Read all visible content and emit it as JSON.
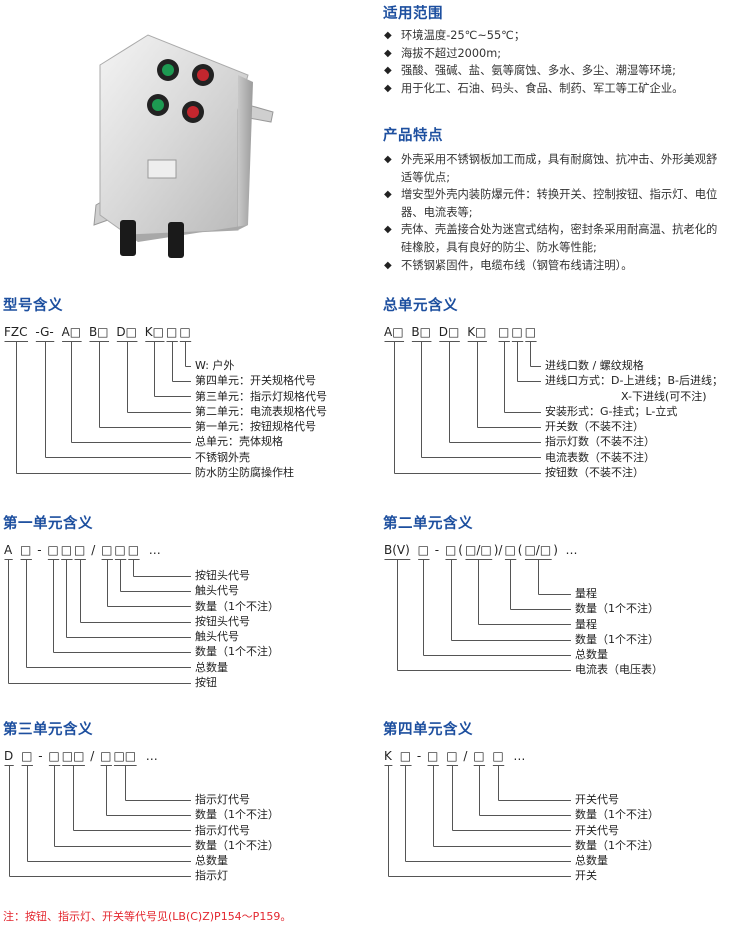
{
  "colors": {
    "heading": "#1d4f9f",
    "text": "#333333",
    "note": "#e3262e",
    "line": "#555555"
  },
  "product_image": {
    "name": "stainless-steel-explosion-proof-control-box",
    "buttons": [
      "green",
      "red",
      "green",
      "red"
    ]
  },
  "scope": {
    "title": "适用范围",
    "items": [
      "环境温度-25℃~55℃；",
      "海拔不超过2000m;",
      "强酸、强碱、盐、氨等腐蚀、多水、多尘、潮湿等环境;",
      "用于化工、石油、码头、食品、制药、军工等工矿企业。"
    ]
  },
  "features": {
    "title": "产品特点",
    "items": [
      "外壳采用不锈钢板加工而成，具有耐腐蚀、抗冲击、外形美观舒适等优点;",
      "增安型外壳内装防爆元件：转换开关、控制按钮、指示灯、电位器、电流表等;",
      "壳体、壳盖接合处为迷宫式结构，密封条采用耐高温、抗老化的硅橡胶，具有良好的防尘、防水等性能;",
      "不锈钢紧固件，电缆布线（钢管布线请注明）。"
    ]
  },
  "diagrams": [
    {
      "title": "型号含义",
      "tokens": [
        {
          "t": "FZC",
          "l": 1
        },
        {
          "t": " "
        },
        {
          "t": "-G-",
          "l": 1
        },
        {
          "t": " "
        },
        {
          "t": "A□",
          "l": 1
        },
        {
          "t": " "
        },
        {
          "t": "B□",
          "l": 1
        },
        {
          "t": " "
        },
        {
          "t": "D□",
          "l": 1
        },
        {
          "t": " "
        },
        {
          "t": "K□",
          "l": 1
        },
        {
          "t": "□",
          "l": 1
        },
        {
          "t": "□",
          "l": 1
        }
      ],
      "labels": [
        {
          "t": "W:  户外"
        },
        {
          "t": "第四单元：开关规格代号"
        },
        {
          "t": "第三单元：指示灯规格代号"
        },
        {
          "t": "第二单元：电流表规格代号"
        },
        {
          "t": "第一单元：按钮规格代号"
        },
        {
          "t": "总单元：壳体规格"
        },
        {
          "t": "不锈钢外壳"
        },
        {
          "t": "防水防尘防腐操作柱"
        }
      ]
    },
    {
      "title": "总单元含义",
      "tokens": [
        {
          "t": "A□",
          "l": 1
        },
        {
          "t": " "
        },
        {
          "t": "B□",
          "l": 1
        },
        {
          "t": " "
        },
        {
          "t": "D□",
          "l": 1
        },
        {
          "t": " "
        },
        {
          "t": "K□",
          "l": 1
        },
        {
          "t": "  "
        },
        {
          "t": "□",
          "l": 1
        },
        {
          "t": "□",
          "l": 1
        },
        {
          "t": "□",
          "l": 1
        }
      ],
      "labels": [
        {
          "t": "进线口数 / 螺纹规格"
        },
        {
          "t": "进线口方式：D-上进线；B-后进线；",
          "t2": "X-下进线(可不注)"
        },
        {
          "t": "安装形式：G-挂式；L-立式"
        },
        {
          "t": "开关数（不装不注）"
        },
        {
          "t": "指示灯数（不装不注）"
        },
        {
          "t": "电流表数（不装不注）"
        },
        {
          "t": "按钮数（不装不注）"
        }
      ]
    },
    {
      "title": "第一单元含义",
      "tokens": [
        {
          "t": "A",
          "l": 1
        },
        {
          "t": " "
        },
        {
          "t": "□",
          "l": 1
        },
        {
          "t": " - "
        },
        {
          "t": "□",
          "l": 1
        },
        {
          "t": "□",
          "l": 1
        },
        {
          "t": "□",
          "l": 1
        },
        {
          "t": " / "
        },
        {
          "t": "□",
          "l": 1
        },
        {
          "t": "□",
          "l": 1
        },
        {
          "t": "□",
          "l": 1
        },
        {
          "t": "  …"
        }
      ],
      "labels": [
        {
          "t": "按钮头代号"
        },
        {
          "t": "触头代号"
        },
        {
          "t": "数量（1个不注）"
        },
        {
          "t": "按钮头代号"
        },
        {
          "t": "触头代号"
        },
        {
          "t": "数量（1个不注）"
        },
        {
          "t": "总数量"
        },
        {
          "t": "按钮"
        }
      ]
    },
    {
      "title": "第二单元含义",
      "tokens": [
        {
          "t": "B(V)",
          "l": 1
        },
        {
          "t": " "
        },
        {
          "t": "□",
          "l": 1
        },
        {
          "t": " - "
        },
        {
          "t": "□",
          "l": 1
        },
        {
          "t": "("
        },
        {
          "t": "□/□",
          "l": 1
        },
        {
          "t": ")/"
        },
        {
          "t": "□",
          "l": 1
        },
        {
          "t": "("
        },
        {
          "t": "□/□",
          "l": 1
        },
        {
          "t": ")  …"
        }
      ],
      "labels": [
        {
          "t": "量程"
        },
        {
          "t": "数量（1个不注）"
        },
        {
          "t": "量程"
        },
        {
          "t": "数量（1个不注）"
        },
        {
          "t": "总数量"
        },
        {
          "t": "电流表（电压表）"
        }
      ]
    },
    {
      "title": "第三单元含义",
      "tokens": [
        {
          "t": "D",
          "l": 1
        },
        {
          "t": " "
        },
        {
          "t": "□",
          "l": 1
        },
        {
          "t": " - "
        },
        {
          "t": "□",
          "l": 1
        },
        {
          "t": "□□",
          "l": 1
        },
        {
          "t": " / "
        },
        {
          "t": "□",
          "l": 1
        },
        {
          "t": "□□",
          "l": 1
        },
        {
          "t": "  …"
        }
      ],
      "labels": [
        {
          "t": "指示灯代号"
        },
        {
          "t": "数量（1个不注）"
        },
        {
          "t": "指示灯代号"
        },
        {
          "t": "数量（1个不注）"
        },
        {
          "t": "总数量"
        },
        {
          "t": "指示灯"
        }
      ]
    },
    {
      "title": "第四单元含义",
      "tokens": [
        {
          "t": "K",
          "l": 1
        },
        {
          "t": " "
        },
        {
          "t": "□",
          "l": 1
        },
        {
          "t": " - "
        },
        {
          "t": "□",
          "l": 1
        },
        {
          "t": " "
        },
        {
          "t": "□",
          "l": 1
        },
        {
          "t": " / "
        },
        {
          "t": "□",
          "l": 1
        },
        {
          "t": " "
        },
        {
          "t": "□",
          "l": 1
        },
        {
          "t": "  …"
        }
      ],
      "labels": [
        {
          "t": "开关代号"
        },
        {
          "t": "数量（1个不注）"
        },
        {
          "t": "开关代号"
        },
        {
          "t": "数量（1个不注）"
        },
        {
          "t": "总数量"
        },
        {
          "t": "开关"
        }
      ]
    }
  ],
  "note": "注：按钮、指示灯、开关等代号见(LB(C)Z)P154～P159。"
}
